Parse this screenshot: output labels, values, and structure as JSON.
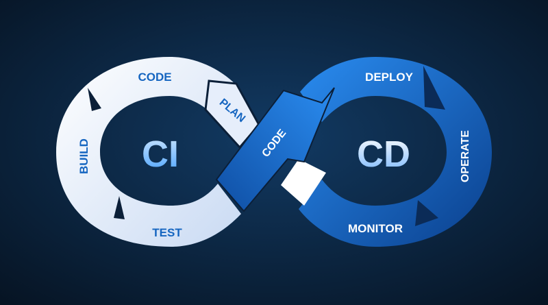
{
  "left_loop": {
    "center_label": "CI",
    "segments": [
      {
        "key": "code",
        "label": "CODE"
      },
      {
        "key": "plan",
        "label": "PLAN"
      },
      {
        "key": "build",
        "label": "BUILD"
      },
      {
        "key": "test",
        "label": "TEST"
      }
    ]
  },
  "bridge": {
    "label": "CODE"
  },
  "right_loop": {
    "center_label": "CD",
    "segments": [
      {
        "key": "deploy",
        "label": "DEPLOY"
      },
      {
        "key": "operate",
        "label": "OPERATE"
      },
      {
        "key": "monitor",
        "label": "MONITOR"
      }
    ]
  },
  "colors": {
    "background_center": "#10365d",
    "background_edge": "#071424",
    "left_light": "#f6f9ff",
    "left_shade": "#bfd1ee",
    "right_light": "#1b7de6",
    "right_dark": "#0a3f8c",
    "left_text": "#1565c0",
    "right_text": "#ffffff"
  }
}
